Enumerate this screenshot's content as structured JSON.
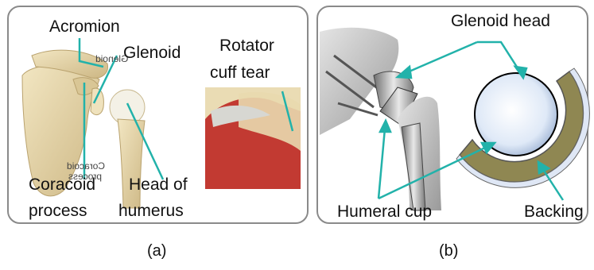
{
  "panel_a": {
    "caption": "(a)",
    "labels": {
      "acromion": "Acromion",
      "glenoid": "Glenoid",
      "coracoid_line1": "Coracoid",
      "coracoid_line2": "process",
      "head_line1": "Head of",
      "head_line2": "humerus",
      "rotator_line1": "Rotator",
      "rotator_line2": "cuff tear"
    },
    "inset_text": {
      "glenoid_mirror": "Glenoid",
      "coracoid_mirror1": "Coracoid",
      "coracoid_mirror2": "process"
    }
  },
  "panel_b": {
    "caption": "(b)",
    "labels": {
      "glenoid_head": "Glenoid head",
      "humeral_cup": "Humeral cup",
      "backing": "Backing"
    }
  },
  "colors": {
    "pointer": "#22b2aa",
    "bone": "#e6d6a8",
    "backing": "#8f8752",
    "panel_border": "#8a8a8a"
  }
}
